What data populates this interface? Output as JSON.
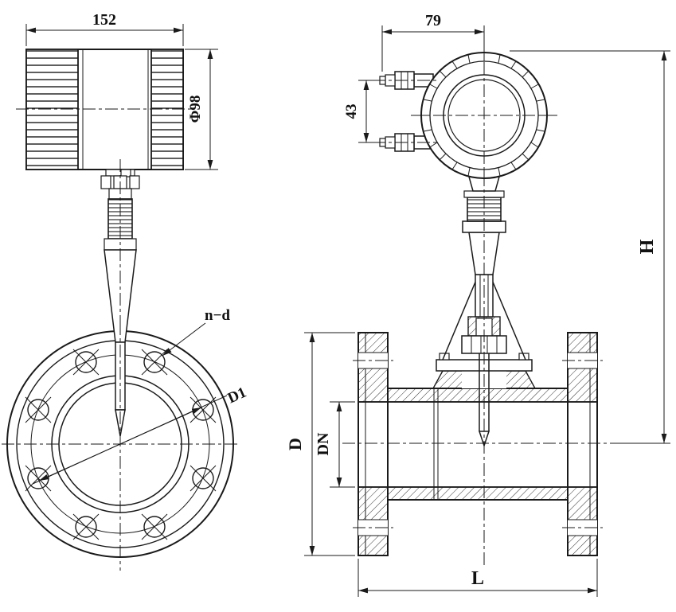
{
  "labels": {
    "dim_152": "152",
    "dim_79": "79",
    "dim_phi98": "Φ98",
    "dim_43": "43",
    "dim_H": "H",
    "dim_nd": "n−d",
    "dim_D1": "D1",
    "dim_D": "D",
    "dim_DN": "DN",
    "dim_L": "L"
  },
  "colors": {
    "line_color": "#1a1a1a",
    "background": "#ffffff"
  }
}
